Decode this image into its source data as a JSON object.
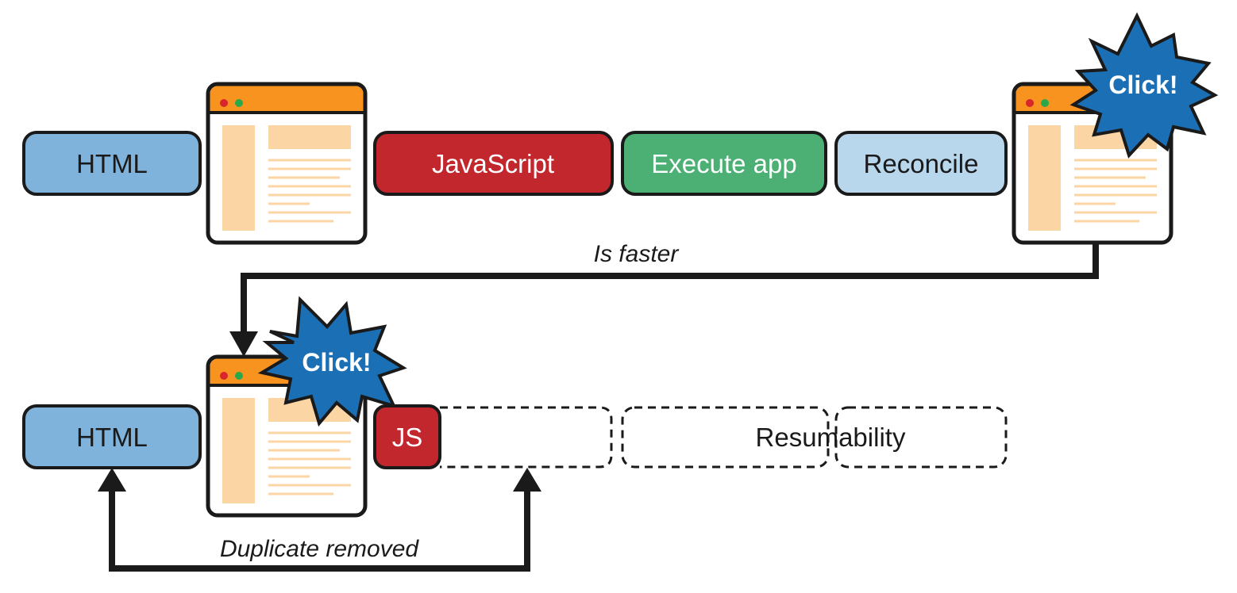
{
  "top_row": {
    "html_label": "HTML",
    "javascript_label": "JavaScript",
    "execute_label": "Execute app",
    "reconcile_label": "Reconcile",
    "click_label": "Click!"
  },
  "bottom_row": {
    "html_label": "HTML",
    "js_label": "JS",
    "resumability_label": "Resumability",
    "click_label": "Click!"
  },
  "connector_note": "Is faster",
  "bottom_note": "Duplicate removed",
  "colors": {
    "html_blue": "#7fb3dc",
    "javascript_red": "#c1272d",
    "execute_green": "#4caf73",
    "reconcile_lightblue": "#b8d6ec",
    "browser_orange": "#f7931e",
    "browser_content": "#fcd5a4",
    "burst_blue": "#1b6fb5",
    "dot_red": "#d9262c",
    "dot_green": "#2aa84a",
    "outline": "#1a1a1a"
  },
  "icons": [
    "browser-window-icon",
    "click-burst-icon",
    "arrow-up-icon",
    "arrow-down-icon"
  ]
}
